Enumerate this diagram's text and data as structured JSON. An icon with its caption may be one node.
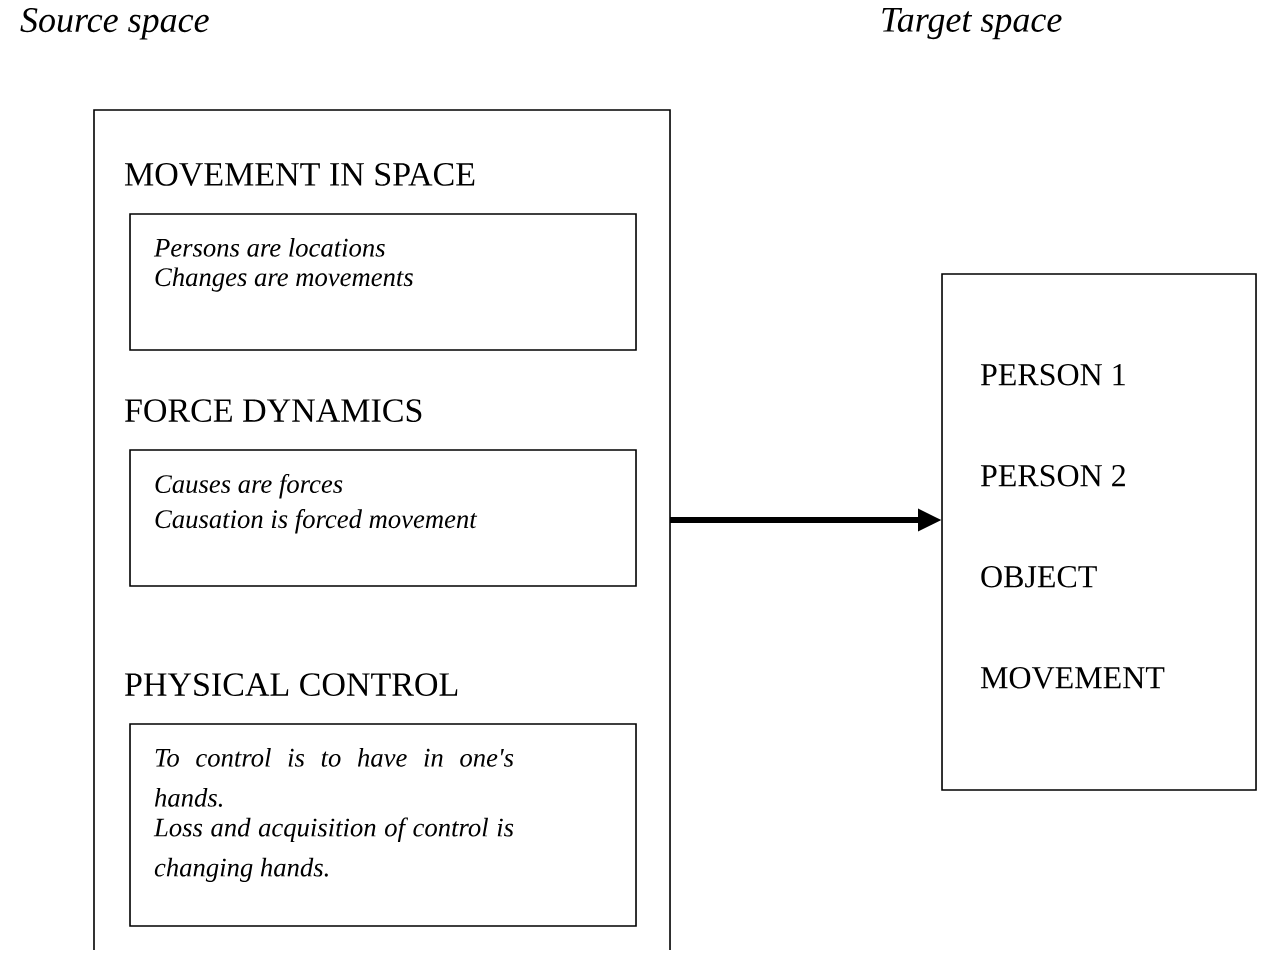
{
  "diagram": {
    "nodes": [
      {
        "text": [],
        "shape": "box"
      },
      {
        "text": [
          "MOVEMENT IN SPACE",
          "Persons are locations",
          "Changes are movements"
        ],
        "in": 0
      },
      {
        "text": [
          "FORCE DYNAMICS",
          "Causes are forces",
          "Causation is forced movement"
        ],
        "in": 0
      },
      {
        "text": [
          "PHYSICAL CONTROL",
          "To control is to have in one's hands.",
          "Loss and acquisition of control is changing hands."
        ],
        "in": 0
      },
      {
        "text": [
          "PERSON 1",
          "PERSON 2",
          "OBJECT",
          "MOVEMENT"
        ]
      }
    ],
    "edges": [
      {
        "from": 0,
        "to": 4,
        "arrow": "to"
      }
    ],
    "labels": [
      "Source space",
      "Target space"
    ]
  }
}
